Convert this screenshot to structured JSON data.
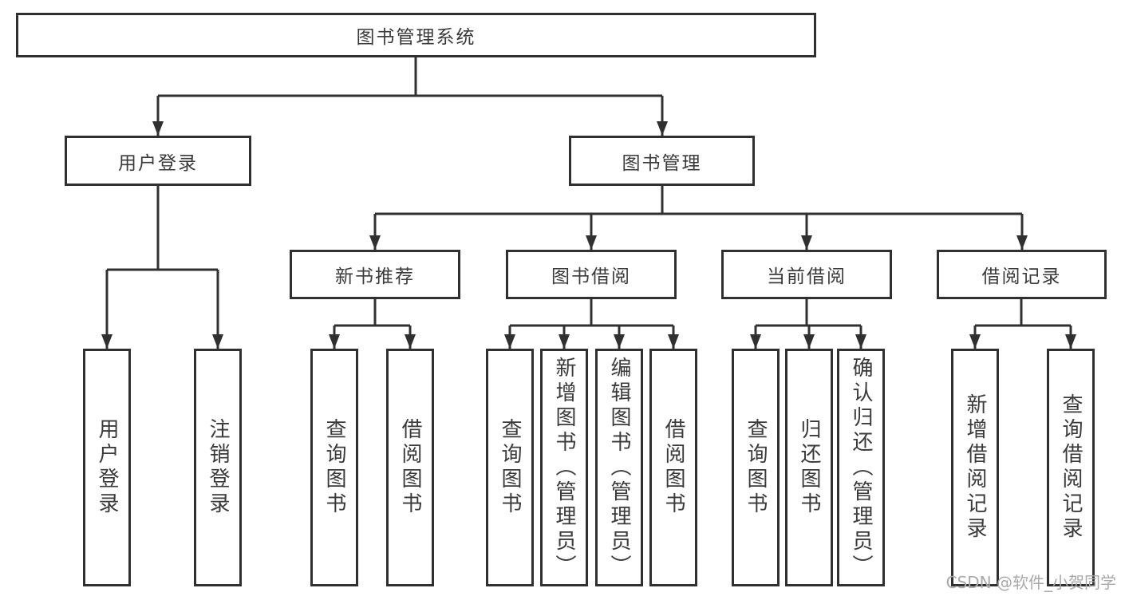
{
  "diagram": {
    "colors": {
      "line": "#303030",
      "text": "#3a3a3a",
      "watermark": "#a9a9a9",
      "bg": "#ffffff"
    },
    "watermark": "CSDN @软件_小贺同学",
    "root": {
      "label": "图书管理系统",
      "children": [
        {
          "label": "用户登录",
          "children": [
            {
              "label": "用户登录"
            },
            {
              "label": "注销登录"
            }
          ]
        },
        {
          "label": "图书管理",
          "children": [
            {
              "label": "新书推荐",
              "children": [
                {
                  "label": "查询图书"
                },
                {
                  "label": "借阅图书"
                }
              ]
            },
            {
              "label": "图书借阅",
              "children": [
                {
                  "label": "查询图书"
                },
                {
                  "label": "新增图书（管理员）"
                },
                {
                  "label": "编辑图书（管理员）"
                },
                {
                  "label": "借阅图书"
                }
              ]
            },
            {
              "label": "当前借阅",
              "children": [
                {
                  "label": "查询图书"
                },
                {
                  "label": "归还图书"
                },
                {
                  "label": "确认归还（管理员）"
                }
              ]
            },
            {
              "label": "借阅记录",
              "children": [
                {
                  "label": "新增借阅记录"
                },
                {
                  "label": "查询借阅记录"
                }
              ]
            }
          ]
        }
      ]
    }
  }
}
